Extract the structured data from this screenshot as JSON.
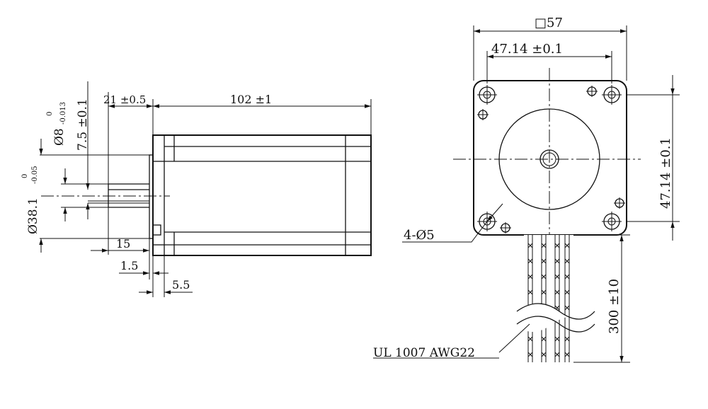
{
  "side_view": {
    "shaft_diameter": "Ø8",
    "shaft_diameter_tol_upper": "0",
    "shaft_diameter_tol_lower": "-0.013",
    "flat_depth": "7.5 ±0.1",
    "shaft_length": "21 ±0.5",
    "body_length": "102 ±1",
    "pilot_diameter": "Ø38.1",
    "pilot_tol_upper": "0",
    "pilot_tol_lower": "-0.05",
    "flat_length": "15",
    "pilot_height": "1.5",
    "flange_thickness": "5.5"
  },
  "front_view": {
    "frame_size": "□57",
    "hole_spacing_h": "47.14 ±0.1",
    "hole_spacing_v": "47.14 ±0.1",
    "mount_holes": "4-Ø5",
    "lead_length": "300 ±10",
    "wire_spec": "UL 1007 AWG22"
  }
}
